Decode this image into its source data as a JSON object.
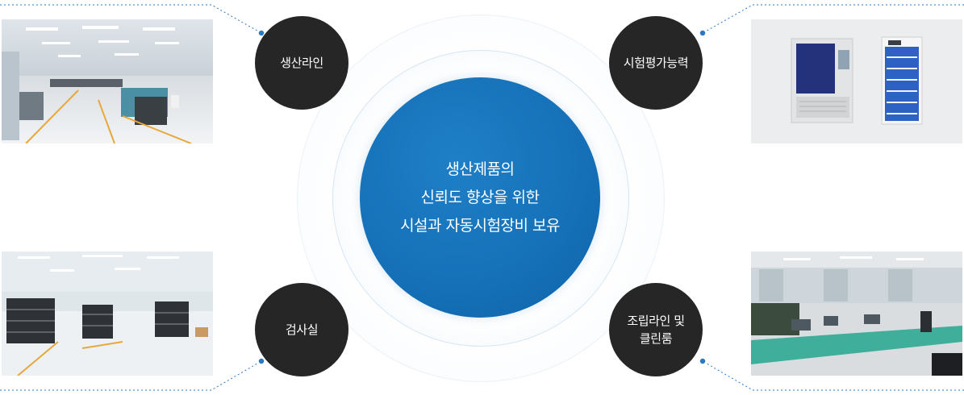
{
  "center": {
    "lines": [
      "생산제품의",
      "신뢰도 향상을 위한",
      "시설과 자동시험장비 보유"
    ]
  },
  "nodes": {
    "top_left": {
      "lines": [
        "생산라인"
      ]
    },
    "top_right": {
      "lines": [
        "시험평가능력"
      ]
    },
    "bottom_left": {
      "lines": [
        "검사실"
      ]
    },
    "bottom_right": {
      "lines": [
        "조립라인 및",
        "클린룸"
      ]
    }
  },
  "colors": {
    "core_blue": "#1570b7",
    "node_dark": "#262626",
    "connector": "#2a79c2",
    "ring_light": "#e7f1fa"
  }
}
